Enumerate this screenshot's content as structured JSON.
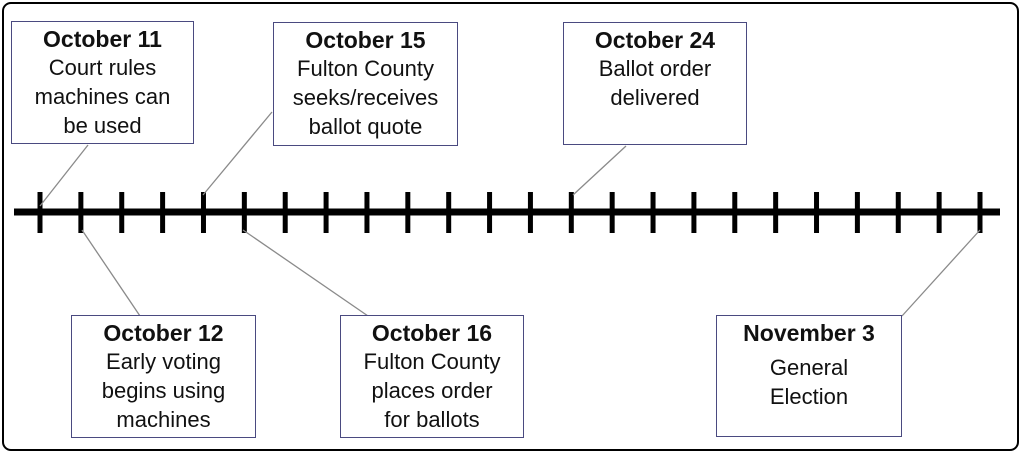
{
  "events": [
    {
      "date": "October 11",
      "desc": "Court rules\nmachines can\nbe used"
    },
    {
      "date": "October 15",
      "desc": "Fulton County\nseeks/receives\nballot quote"
    },
    {
      "date": "October 24",
      "desc": "Ballot order\ndelivered"
    },
    {
      "date": "October 12",
      "desc": "Early voting\nbegins using\n machines"
    },
    {
      "date": "October 16",
      "desc": "Fulton County\nplaces order\nfor ballots"
    },
    {
      "date": "November 3",
      "desc": "General\nElection"
    }
  ],
  "timeline": {
    "tick_count": 24,
    "line_color": "#000000",
    "connector_color": "#8a8a8a",
    "box_border_color": "#4a4a80"
  }
}
